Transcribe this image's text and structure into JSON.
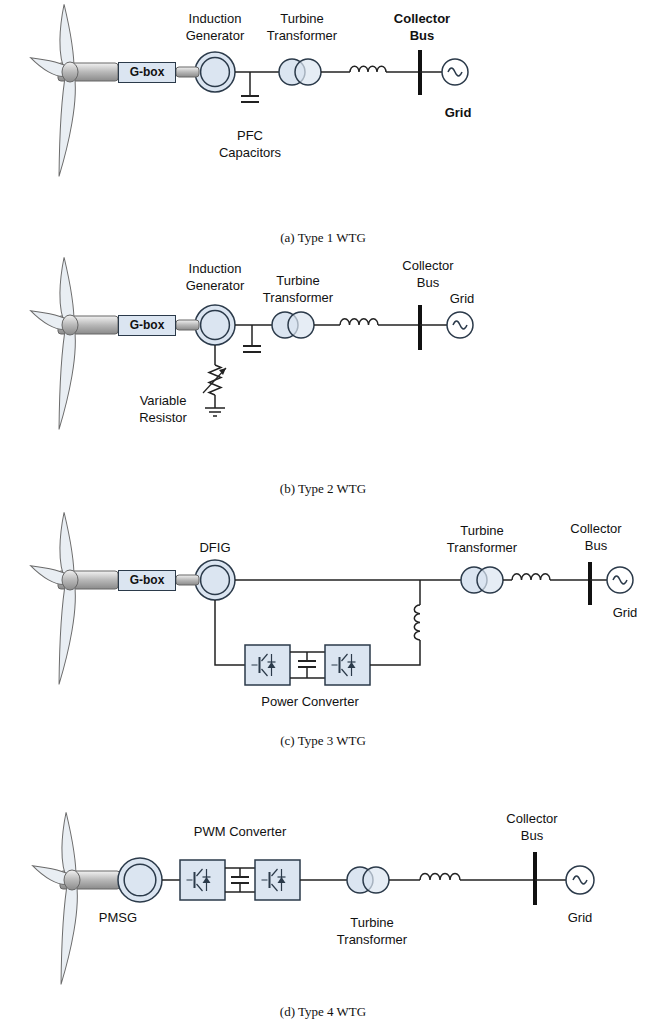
{
  "diagram": {
    "nodes": [
      {
        "text": [
          "G-box"
        ]
      },
      {
        "text": [
          "G-box"
        ]
      },
      {
        "text": [
          "G-box"
        ]
      }
    ],
    "labels": [
      "Induction Generator",
      "Turbine Transformer",
      "Collector Bus",
      "Grid",
      "PFC Capacitors",
      "(a) Type 1 WTG",
      "Induction Generator",
      "Turbine Transformer",
      "Collector Bus",
      "Grid",
      "Variable Resistor",
      "(b) Type 2 WTG",
      "DFIG",
      "Turbine Transformer",
      "Collector Bus",
      "Grid",
      "Power Converter",
      "(c) Type 3 WTG",
      "PWM Converter",
      "PMSG",
      "Collector Bus",
      "Grid",
      "Turbine Transformer",
      "(d) Type 4 WTG"
    ]
  }
}
